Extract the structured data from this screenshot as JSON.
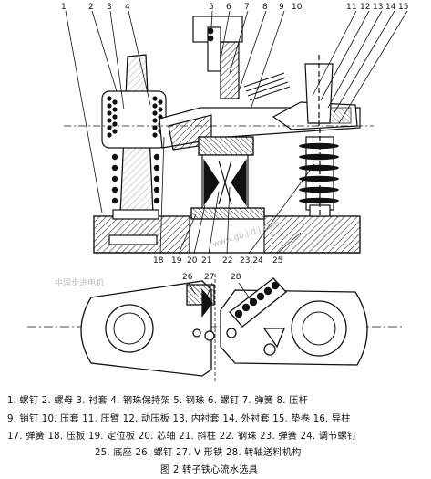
{
  "top_callouts": [
    "1",
    "2",
    "3",
    "4",
    "5",
    "6",
    "7",
    "8",
    "9",
    "10",
    "11",
    "12",
    "13",
    "14",
    "15"
  ],
  "bottom_callouts": [
    "18",
    "19",
    "20",
    "21",
    "22",
    "23,24",
    "25"
  ],
  "section_callouts": [
    "26",
    "27",
    "28"
  ],
  "legend_rows": [
    "1. 螺钉  2. 螺母  3. 衬套  4. 钢珠保持架  5. 钢珠  6. 螺钉  7. 弹簧  8. 压杆",
    "9. 销钉  10. 压套  11. 压臂  12. 动压板  13. 内衬套  14. 外衬套  15. 垫卷  16. 导柱",
    "17. 弹簧  18. 压板  19. 定位板  20. 芯轴  21. 斜柱  22. 钢珠  23. 弹簧  24. 调节螺钉",
    "25. 底座  26. 螺钉  27. V 形铁  28. 转轴送料机构"
  ],
  "caption": "图 2   转子铁心流水选具",
  "watermarks": [
    "中国步进电机",
    "www.gb.j.d.j.com"
  ]
}
